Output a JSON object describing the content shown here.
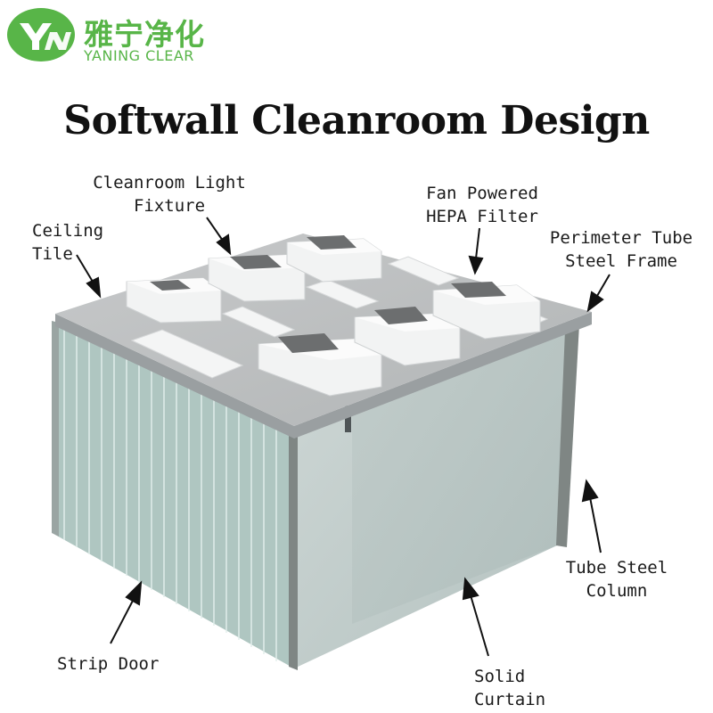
{
  "logo": {
    "chinese_name": "雅宁净化",
    "english_name": "YANING CLEAR",
    "badge_icon": "yn-monogram-icon",
    "color": "#58b548"
  },
  "title": "Softwall Cleanroom Design",
  "labels": {
    "ceiling_tile": [
      "Ceiling",
      "Tile"
    ],
    "light_fixture": [
      "Cleanroom Light",
      "Fixture"
    ],
    "hepa_filter": [
      "Fan Powered",
      "HEPA Filter"
    ],
    "perimeter_frame": [
      "Perimeter Tube",
      "Steel Frame"
    ],
    "tube_column": [
      "Tube Steel",
      "Column"
    ],
    "strip_door": [
      "Strip Door"
    ],
    "solid_curtain": [
      "Solid",
      "Curtain"
    ]
  },
  "colors": {
    "ceiling": "#b9bcbd",
    "frame": "#8d9294",
    "strip_door": "#a9c3bd",
    "curtain": "#b8c6c4",
    "filter_unit": "#f2f3f3",
    "filter_top": "#6d6f70"
  }
}
